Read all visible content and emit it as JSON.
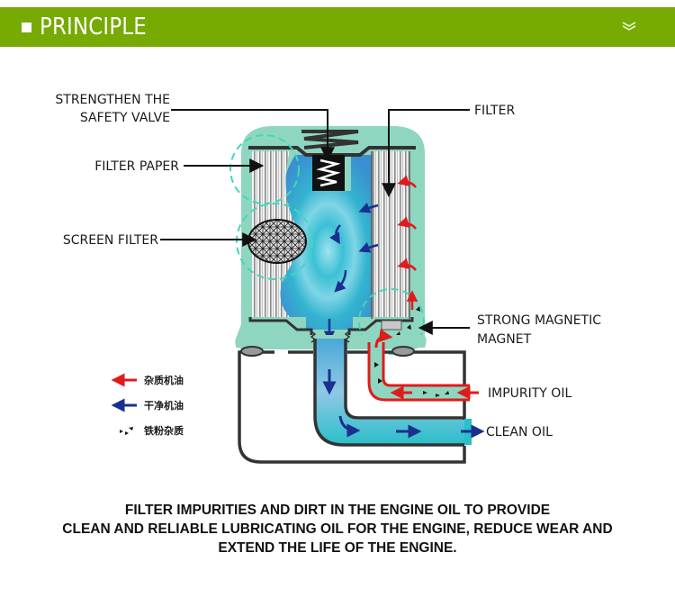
{
  "header": {
    "title": "PRINCIPLE",
    "square_icon": "square-bullet-icon",
    "expand_icon": "double-chevron-down-icon",
    "background_color": "#77aa02"
  },
  "diagram": {
    "labels": {
      "safety_valve_line1": "STRENGTHEN THE",
      "safety_valve_line2": "SAFETY VALVE",
      "filter_paper": "FILTER PAPER",
      "screen_filter": "SCREEN FILTER",
      "filter": "FILTER",
      "magnet_line1": "STRONG MAGNETIC",
      "magnet_line2": "MAGNET",
      "impurity_oil": "IMPURITY OIL",
      "clean_oil": "CLEAN OIL"
    },
    "legend": [
      {
        "icon": "red-arrow-icon",
        "label": "杂质机油",
        "color": "#e01b1b"
      },
      {
        "icon": "blue-arrow-icon",
        "label": "干净机油",
        "color": "#1a2f8f"
      },
      {
        "icon": "iron-particles-icon",
        "label": "铁粉杂质",
        "color": "#111111"
      }
    ],
    "colors": {
      "housing": "#8fd6c0",
      "oil_blue": "#3bb8d0",
      "clean_pipe": "#2bbfc8",
      "impurity_arrow": "#e01b1b",
      "clean_arrow": "#1a2f8f",
      "highlight_circle": "#3fd9b8"
    }
  },
  "caption": {
    "line1": "FILTER IMPURITIES AND DIRT IN THE ENGINE OIL TO PROVIDE",
    "line2": "CLEAN AND RELIABLE LUBRICATING OIL FOR THE ENGINE, REDUCE WEAR AND",
    "line3": "EXTEND THE LIFE OF THE ENGINE."
  }
}
